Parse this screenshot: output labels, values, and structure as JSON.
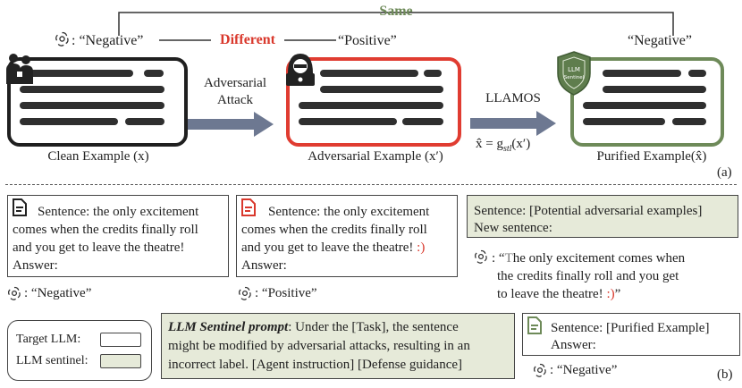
{
  "top": {
    "same": "Same",
    "different": "Different",
    "clean_pred": ": “Negative”",
    "adv_pred": "“Positive”",
    "pur_pred": "“Negative”",
    "attack": "Adversarial\nAttack",
    "llamos": "LLAMOS",
    "formula": "x̂ = g",
    "formula_sub": "stl",
    "formula_tail": "(x′)",
    "clean_caption": "Clean Example (x)",
    "adv_caption": "Adversarial Example (x′)",
    "pur_caption": "Purified Example(x̂)",
    "shield_text": "LLM\nSentinel",
    "panel_a": "(a)"
  },
  "bottom": {
    "box1": {
      "line1": "Sentence: the only excitement",
      "line2": "comes when the credits finally roll",
      "line3": "and you get to leave the theatre!",
      "line4": "Answer:",
      "answer": ": “Negative”"
    },
    "box2": {
      "line1": "Sentence: the only excitement",
      "line2": "comes when the credits finally roll",
      "line3": "and you get to leave the theatre!",
      "line3_mark": ":)",
      "line4": "Answer:",
      "answer": ": “Positive”"
    },
    "box3": {
      "line1": "Sentence: [Potential adversarial examples]",
      "line2": "New sentence:",
      "quote1_mark": ": “",
      "quote1_T": "T",
      "quote1": "he only excitement comes when",
      "quote2": "the credits finally roll and you get",
      "quote3": "to leave the theatre!",
      "quote3_mark": ":)",
      "quote3_end": "”"
    },
    "legend": {
      "target": "Target LLM:",
      "sentinel": "LLM sentinel:"
    },
    "prompt": {
      "title": "LLM Sentinel prompt",
      "line1": ": Under the [Task], the sentence",
      "line2": "might be modified by adversarial attacks, resulting in an",
      "line3": "incorrect label. [Agent instruction] [Defense guidance]"
    },
    "box4": {
      "line1": "Sentence: [Purified Example]",
      "line2": "Answer:",
      "answer": ": “Negative”"
    },
    "panel_b": "(b)"
  },
  "colors": {
    "red": "#d9382c",
    "green": "#6e8a59",
    "arrow": "#6d7891",
    "sentinel_fill": "#e6ead9"
  }
}
